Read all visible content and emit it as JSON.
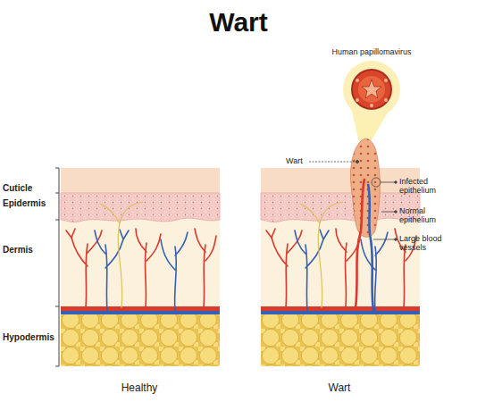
{
  "diagram": {
    "title": "Wart",
    "labels": [
      "Cuticle",
      "Epidermis",
      "Dermis",
      "Hypodermis",
      "Healthy",
      "Wart",
      "Wart",
      "Human papillomavirus",
      "Infected epithelium",
      "Normal epithelium",
      "Large blood vessels"
    ]
  }
}
